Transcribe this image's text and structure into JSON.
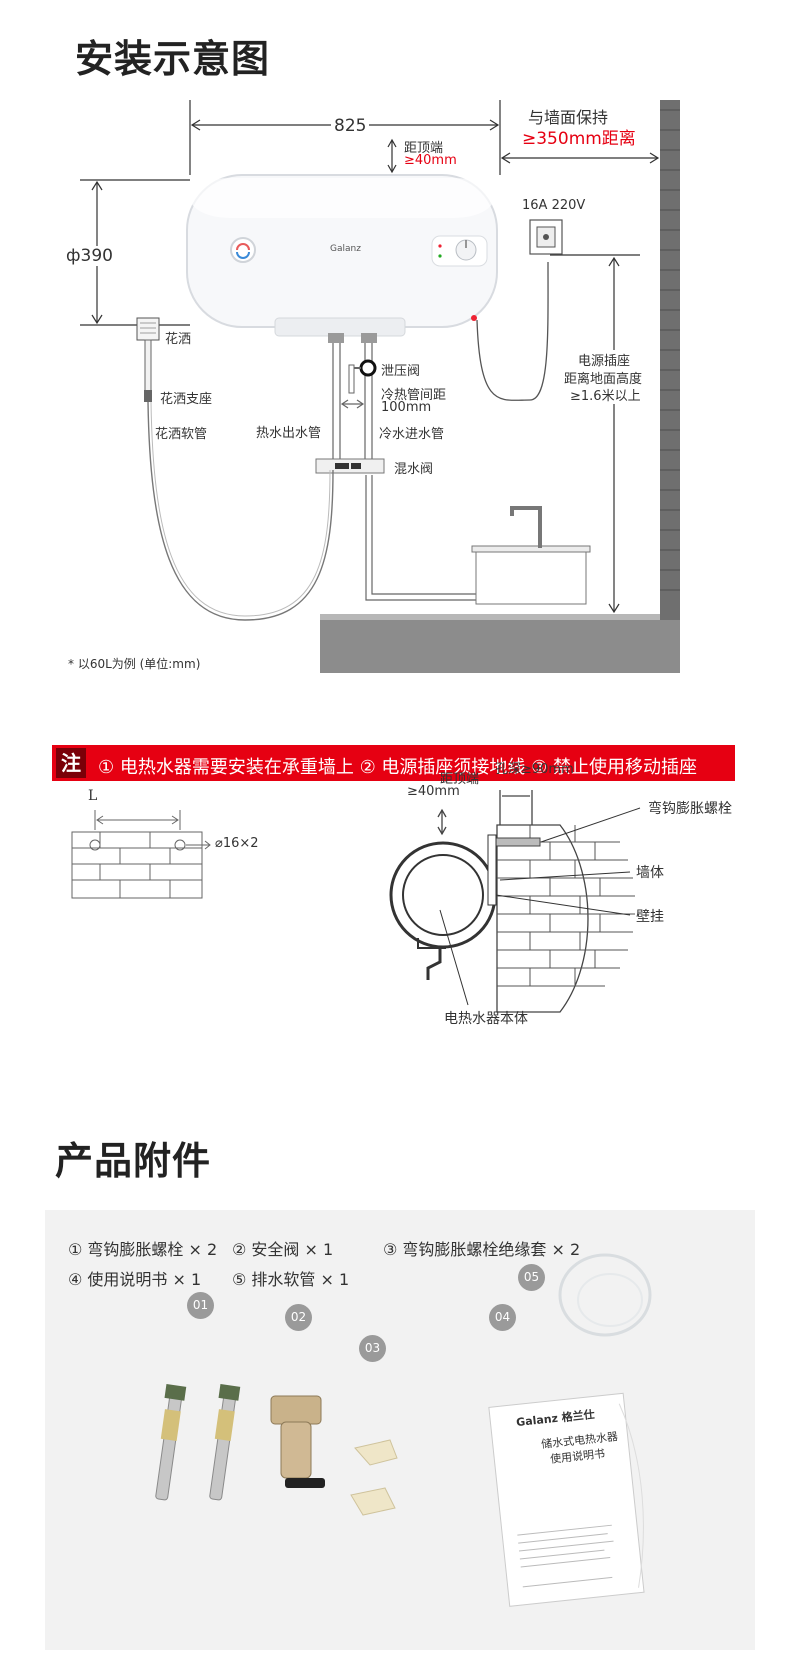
{
  "sections": {
    "install_title": "安装示意图",
    "accessories_title": "产品附件"
  },
  "install_diagram": {
    "width_label": "825",
    "height_label": "ф390",
    "top_gap_label": "距顶端",
    "top_gap_value": "≥40mm",
    "wall_gap_label": "与墙面保持",
    "wall_gap_value": "≥350mm距离",
    "socket_rating": "16A 220V",
    "brand": "Galanz",
    "socket_note_line1": "电源插座",
    "socket_note_line2": "距离地面高度",
    "socket_note_line3": "≥1.6米以上",
    "shower_head": "花洒",
    "shower_holder": "花洒支座",
    "shower_hose": "花洒软管",
    "relief_valve": "泄压阀",
    "pipe_gap_label": "冷热管间距",
    "pipe_gap_value": "100mm",
    "hot_out": "热水出水管",
    "cold_in": "冷水进水管",
    "mixer": "混水阀",
    "footnote": "* 以60L为例 (单位:mm)"
  },
  "notice": {
    "tag": "注",
    "text": "① 电热水器需要安装在承重墙上 ② 电源插座须接地线 ③ 禁止使用移动插座"
  },
  "mount_diagram": {
    "l_label": "L",
    "hole_label": "⌀16×2",
    "top_gap_label": "距顶端",
    "top_gap_value": "≥40mm",
    "hole_depth": "孔深≥90mm",
    "bolt": "弯钩膨胀螺栓",
    "wall": "墙体",
    "bracket": "壁挂",
    "body": "电热水器本体"
  },
  "accessories": {
    "items": [
      "① 弯钩膨胀螺栓 × 2",
      "② 安全阀 × 1",
      "③ 弯钩膨胀螺栓绝缘套 × 2",
      "④ 使用说明书 × 1",
      "⑤ 排水软管 × 1"
    ],
    "badges": [
      "01",
      "02",
      "03",
      "04",
      "05"
    ],
    "manual_brand": "Galanz 格兰仕",
    "manual_title_line1": "储水式电热水器",
    "manual_title_line2": "使用说明书"
  }
}
